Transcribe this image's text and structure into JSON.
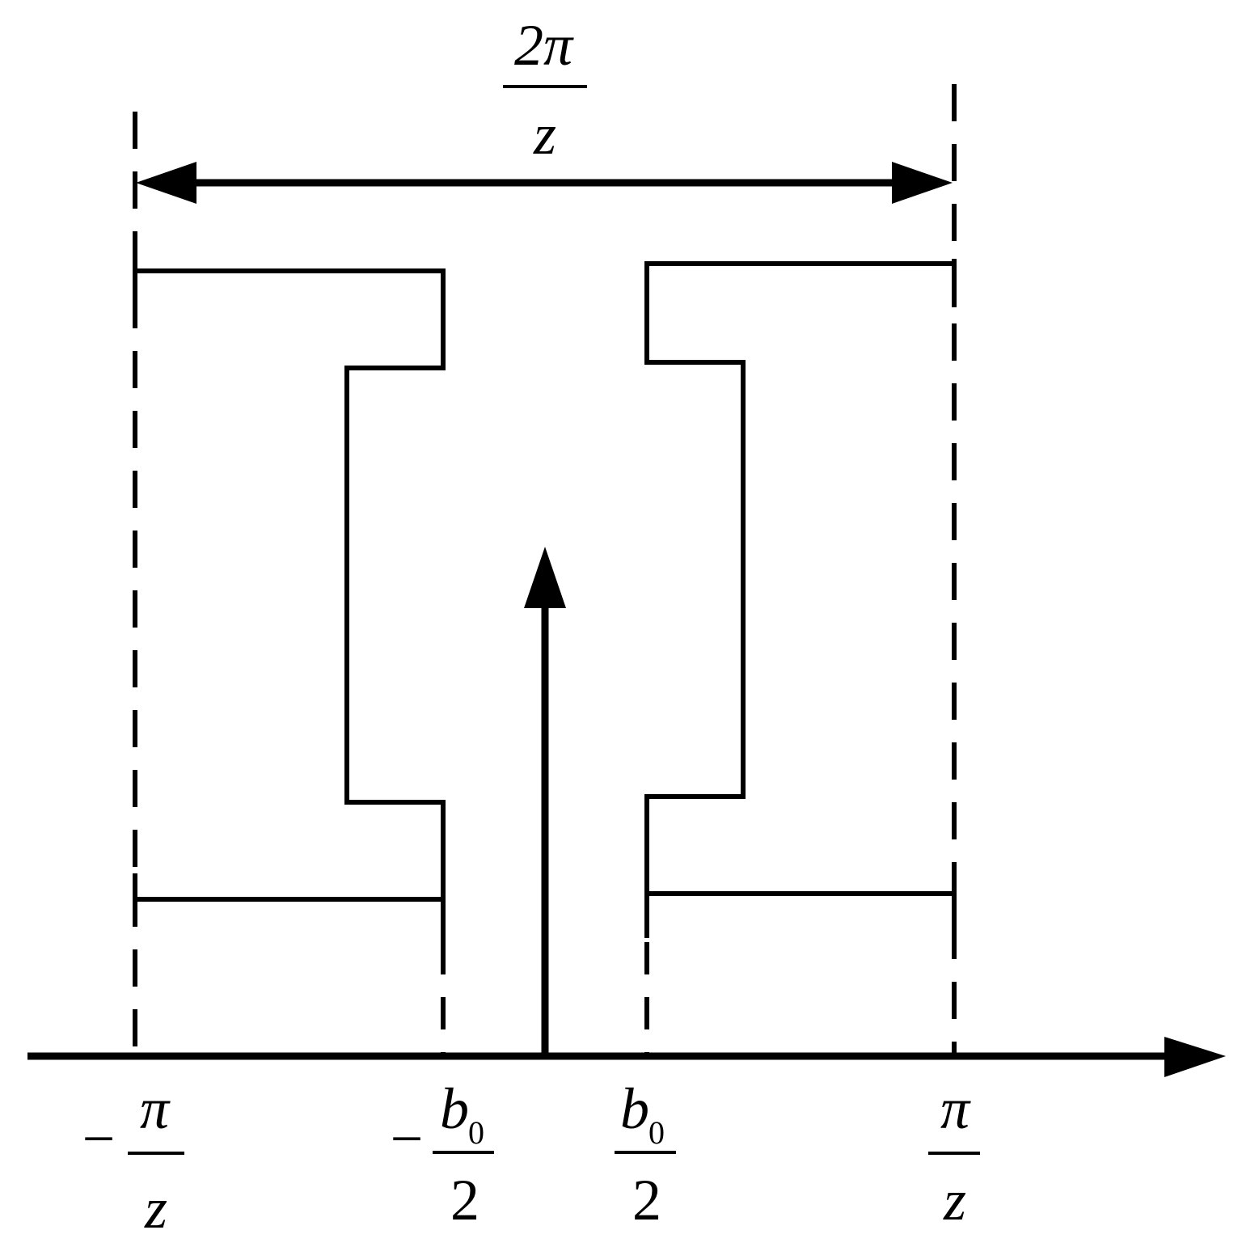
{
  "top_label": {
    "numerator": "2π",
    "denominator": "z"
  },
  "ticks": [
    {
      "id": "neg-pi-over-z",
      "sign": "−",
      "numerator": "π",
      "sub": "",
      "denominator": "z"
    },
    {
      "id": "neg-b0-over-2",
      "sign": "−",
      "numerator": "b",
      "sub": "0",
      "denominator": "2"
    },
    {
      "id": "b0-over-2",
      "sign": "",
      "numerator": "b",
      "sub": "0",
      "denominator": "2"
    },
    {
      "id": "pi-over-z",
      "sign": "",
      "numerator": "π",
      "sub": "",
      "denominator": "z"
    }
  ],
  "colors": {
    "line": "#000000",
    "background": "#ffffff"
  }
}
